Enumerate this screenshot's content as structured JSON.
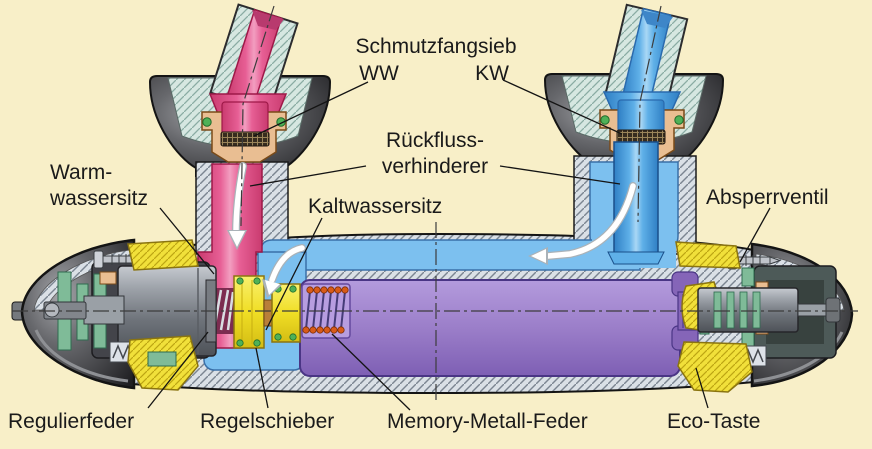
{
  "figure_type": "thermostatic-mixing-valve-cutaway",
  "labels": {
    "schmutzfangsieb": "Schmutzfangsieb",
    "ww": "WW",
    "kw": "KW",
    "rueckflussverhinderer_line1": "Rückfluss-",
    "rueckflussverhinderer_line2": "verhinderer",
    "warmwassersitz_line1": "Warm-",
    "warmwassersitz_line2": "wassersitz",
    "kaltwassersitz": "Kaltwassersitz",
    "absperrventil": "Absperrventil",
    "regulierfeder": "Regulierfeder",
    "regelschieber": "Regelschieber",
    "memory_metall_feder": "Memory-Metall-Feder",
    "eco_taste": "Eco-Taste"
  },
  "colors": {
    "background": "#f8efc8",
    "label_text": "#1a1a1a",
    "warm_water": "#e75f95",
    "warm_water_dark": "#9e1848",
    "cold_water": "#7cc0ef",
    "cold_water_dark": "#2a6aae",
    "cartridge_purple": "#9b7ec9",
    "cartridge_purple_dark": "#4a3585",
    "brass_yellow": "#f0de25",
    "seal_green": "#4fb157",
    "frame_green": "#7fbb98",
    "fitting_tan": "#e9be92",
    "spring_orange": "#d85a18",
    "housing_dark": "#3a3a3e",
    "metal_hatch": "#dae0e6"
  }
}
